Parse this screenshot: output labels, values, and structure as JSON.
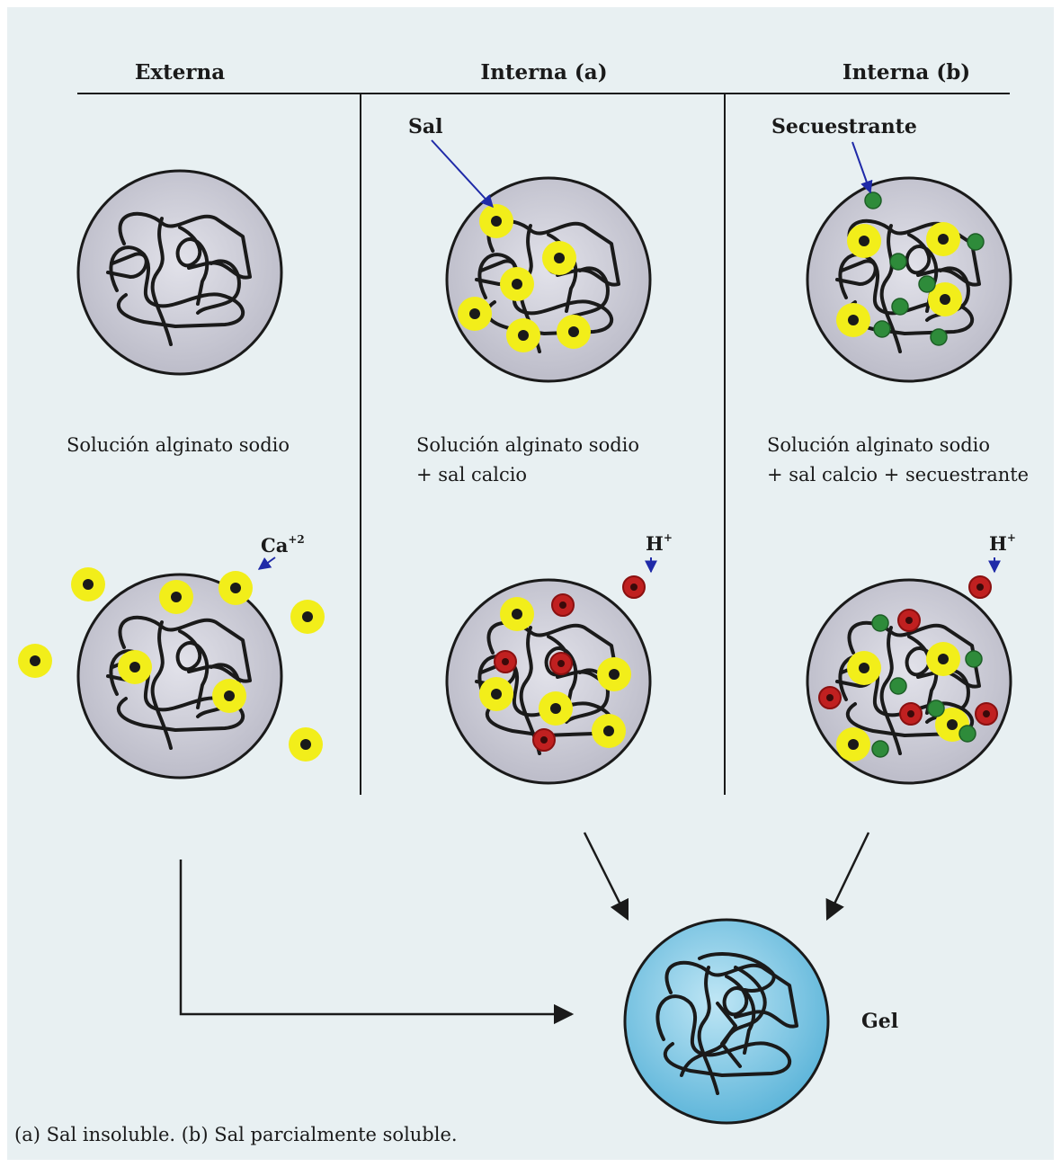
{
  "columns": {
    "externa": "Externa",
    "interna_a": "Interna (a)",
    "interna_b": "Interna (b)"
  },
  "labels": {
    "sal": "Sal",
    "secuestrante": "Secuestrante",
    "calcium_ion": "Ca",
    "calcium_charge": "+2",
    "proton": "H",
    "proton_charge": "+",
    "gel": "Gel"
  },
  "captions": {
    "externa": [
      "Solución alginato sodio"
    ],
    "interna_a": [
      "Solución alginato sodio",
      "+ sal calcio"
    ],
    "interna_b": [
      "Solución alginato sodio",
      "+ sal calcio + secuestrante"
    ]
  },
  "footnote": "(a) Sal insoluble. (b) Sal parcialmente soluble.",
  "colors": {
    "background": "#e8f0f2",
    "sphere_fill": "#c9c9d4",
    "gel_fill": "#6cbfe0",
    "calcium_particle": "#f2ee1a",
    "proton_particle": "#c02020",
    "sequestrant_particle": "#2e8b3a",
    "pointer_arrow": "#1f2aa8",
    "line": "#1a1a1a"
  }
}
